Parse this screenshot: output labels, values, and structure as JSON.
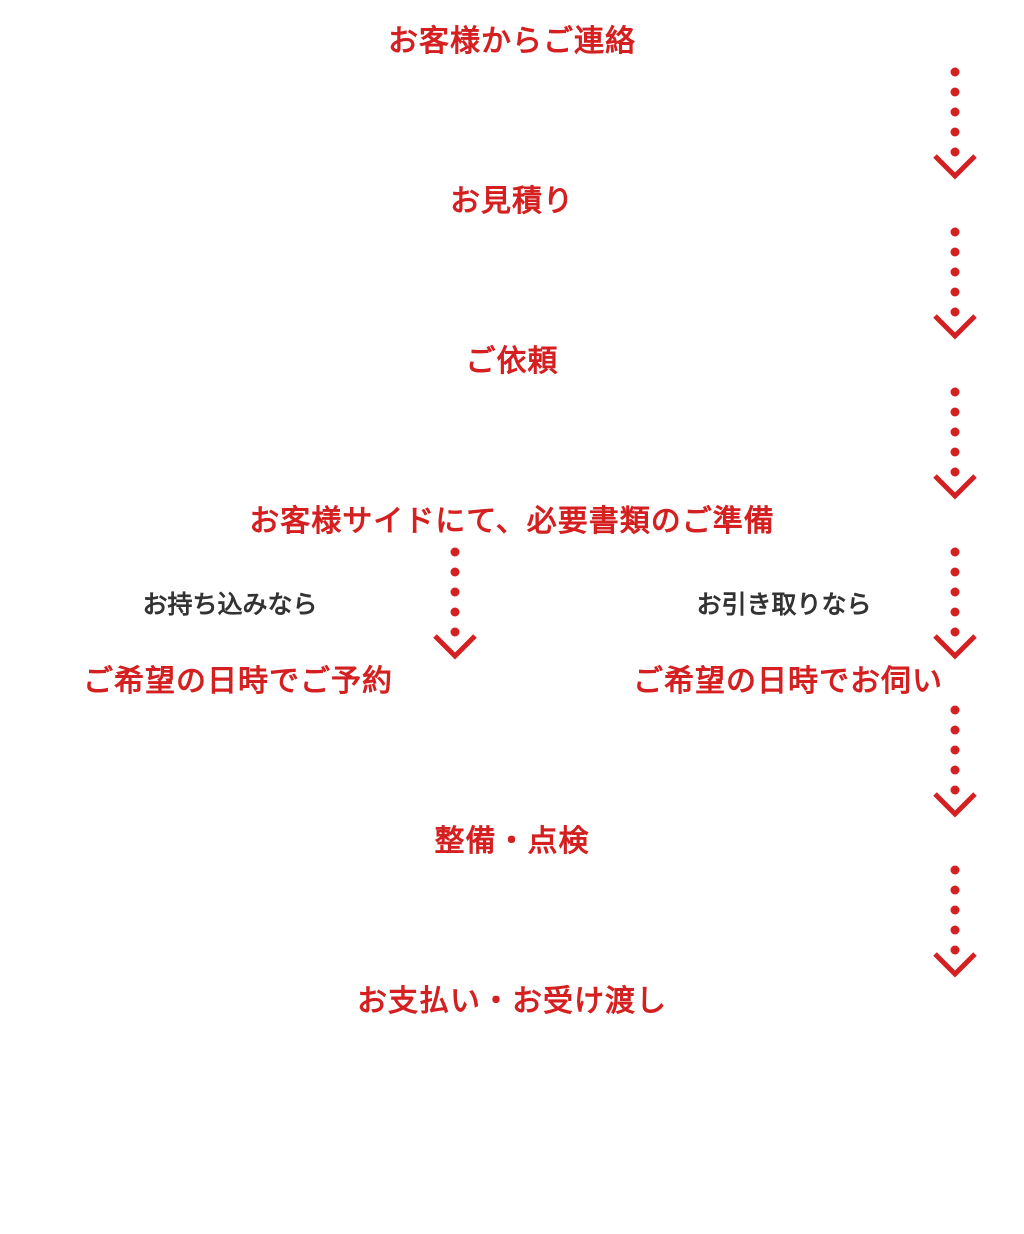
{
  "colors": {
    "accent": "#d42020",
    "condition_text": "#333333",
    "background": "#ffffff"
  },
  "flow": {
    "steps": [
      {
        "label": "お客様からご連絡"
      },
      {
        "label": "お見積り"
      },
      {
        "label": "ご依頼"
      },
      {
        "label": "お客様サイドにて、必要書類のご準備"
      },
      {
        "label": "整備・点検"
      },
      {
        "label": "お支払い・お受け渡し"
      }
    ],
    "branches": [
      {
        "condition": "お持ち込みなら",
        "label": "ご希望の日時でご予約"
      },
      {
        "condition": "お引き取りなら",
        "label": "ご希望の日時でお伺い"
      }
    ],
    "arrow_icon": "dotted-down-arrow"
  }
}
